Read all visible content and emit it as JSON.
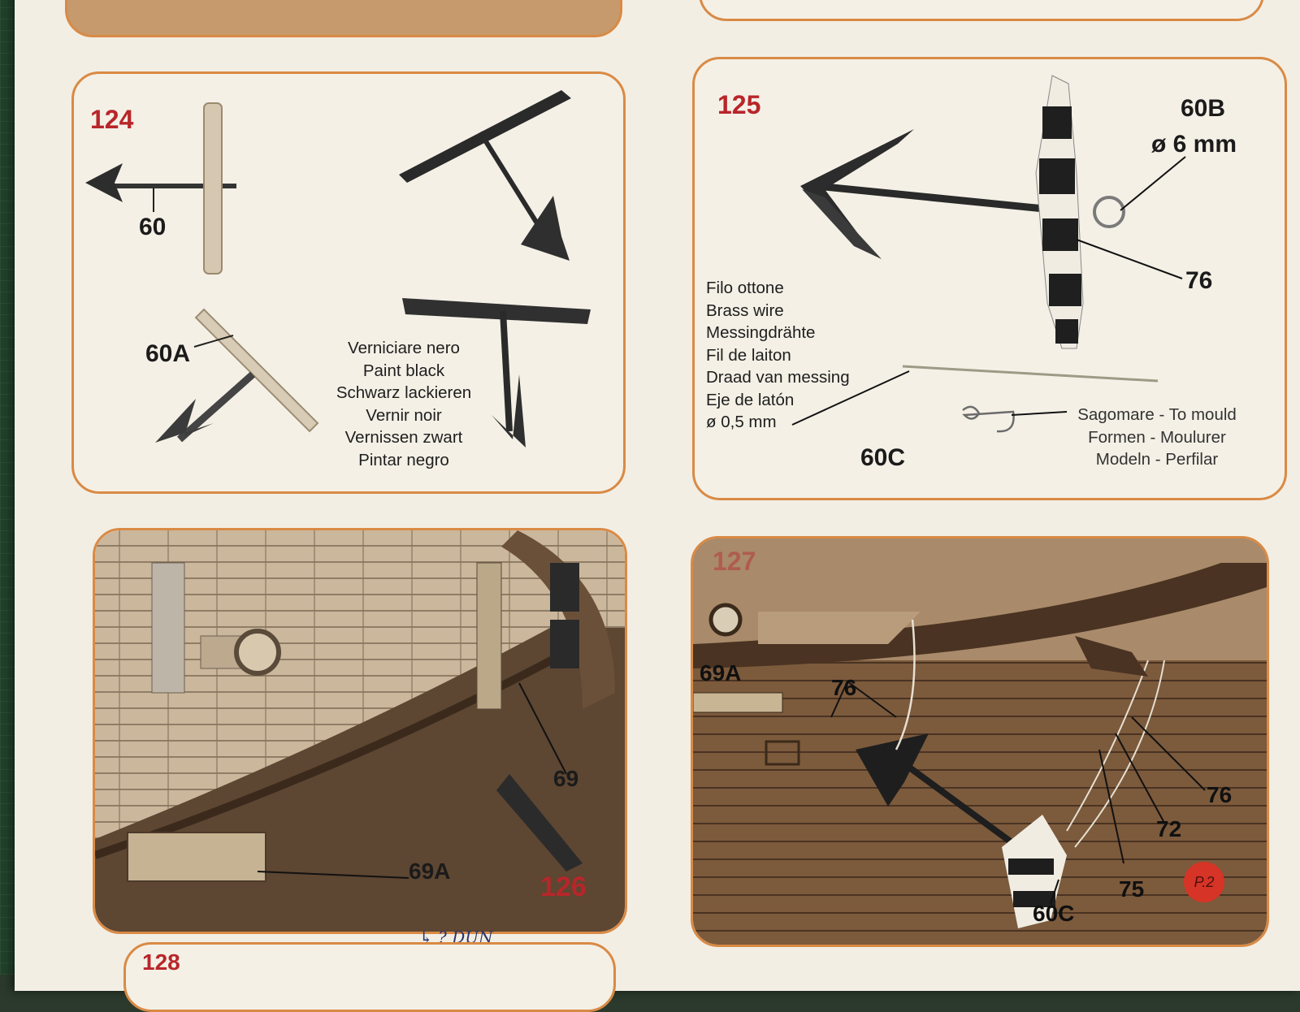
{
  "panel_124": {
    "step": "124",
    "labels": {
      "part_60": "60",
      "part_60a": "60A"
    },
    "paint_instructions": [
      "Verniciare nero",
      "Paint black",
      "Schwarz lackieren",
      "Vernir noir",
      "Vernissen zwart",
      "Pintar negro"
    ]
  },
  "panel_125": {
    "step": "125",
    "labels": {
      "part_60b": "60B",
      "part_60b_size": "ø 6 mm",
      "part_76": "76",
      "part_60c": "60C"
    },
    "wire_instructions": [
      "Filo ottone",
      "Brass wire",
      "Messingdrähte",
      "Fil de laiton",
      "Draad van messing",
      "Eje de latón",
      "ø 0,5 mm"
    ],
    "mould_instructions": [
      "Sagomare - To mould",
      "Formen - Moulurer",
      "Modeln  - Perfilar"
    ]
  },
  "panel_126": {
    "step": "126",
    "labels": {
      "part_69": "69",
      "part_69a": "69A"
    },
    "handwritten_note": "↳ ? DUN"
  },
  "panel_127": {
    "step": "127",
    "labels": {
      "part_69a": "69A",
      "part_76_top": "76",
      "part_76_right": "76",
      "part_72": "72",
      "part_75": "75",
      "part_60c": "60C"
    },
    "page_sticker": "P.2"
  },
  "panel_128": {
    "step": "128"
  },
  "colors": {
    "step_number": "#b8262a",
    "panel_border": "#d98a45",
    "paper": "#f4f0e6",
    "wood": "#8a6a4a"
  }
}
